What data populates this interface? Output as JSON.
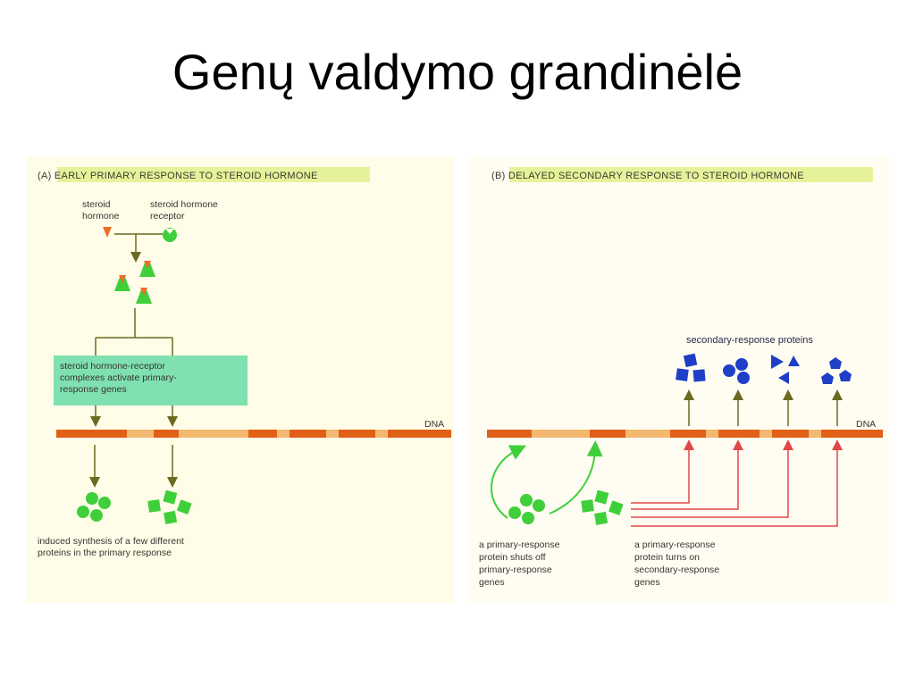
{
  "slide": {
    "title": "Genų valdymo grandinėlė"
  },
  "panel_a": {
    "heading": "(A)  EARLY PRIMARY RESPONSE TO STEROID HORMONE",
    "hormone_label": [
      "steroid",
      "hormone"
    ],
    "receptor_label": [
      "steroid hormone",
      "receptor"
    ],
    "complex_label": [
      "steroid hormone-receptor",
      "complexes activate primary-",
      "response genes"
    ],
    "dna_label": "DNA",
    "synthesis_label": [
      "induced synthesis of a few different",
      "proteins in the primary response"
    ]
  },
  "panel_b": {
    "heading": "(B)  DELAYED SECONDARY RESPONSE TO STEROID HORMONE",
    "secondary_label": "secondary-response proteins",
    "dna_label": "DNA",
    "shutoff_label": [
      "a primary-response",
      "protein shuts off",
      "primary-response",
      "genes"
    ],
    "turnon_label": [
      "a primary-response",
      "protein turns on",
      "secondary-response",
      "genes"
    ]
  },
  "colors": {
    "highlight": "#e6f29a",
    "complex_box": "#7fe0b0",
    "green_protein": "#3fcf3a",
    "blue_protein": "#1f3fc8",
    "dna_orange": "#e06018",
    "dna_light": "#f4b870",
    "red_arrow": "#e04848",
    "olive_line": "#6a6a20",
    "hormone_orange": "#f06a28",
    "panel_bg": "#fffde8"
  }
}
